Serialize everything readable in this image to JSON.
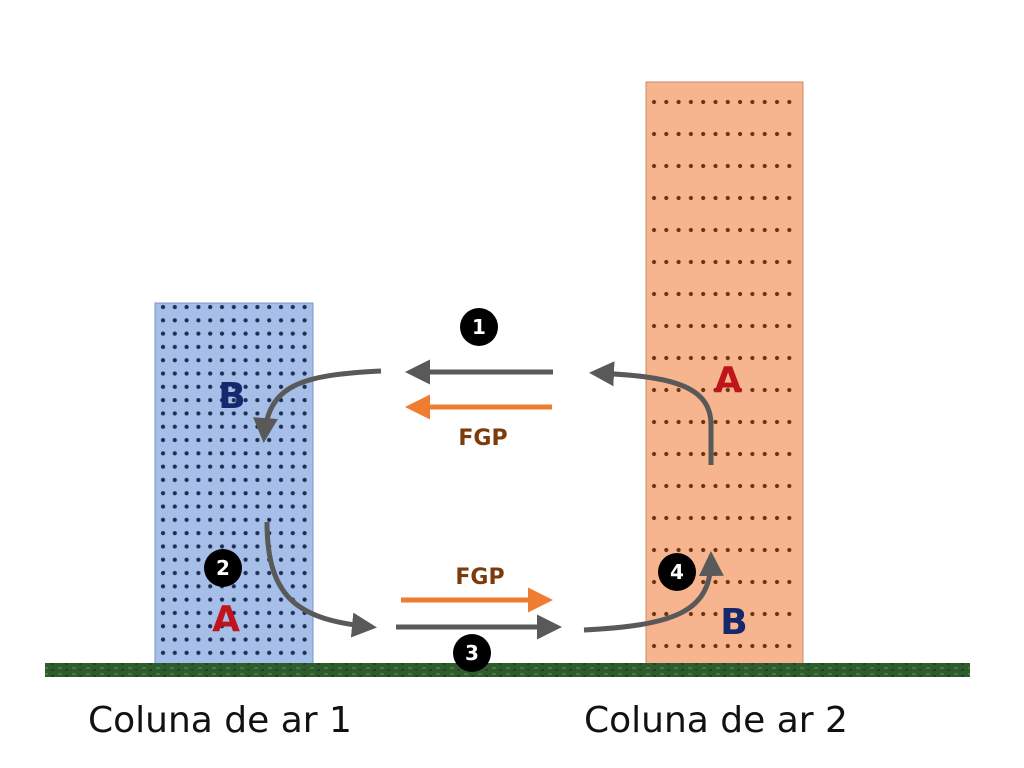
{
  "columns": [
    {
      "caption": "Coluna de ar 1",
      "top_label": "B",
      "bottom_label": "A",
      "fill": "#a5bfe8",
      "dot_color": "#1f2d55"
    },
    {
      "caption": "Coluna de ar 2",
      "top_label": "A",
      "bottom_label": "B",
      "fill": "#f6b48f",
      "dot_color": "#6b3510"
    }
  ],
  "flow_labels": {
    "upper": "FGP",
    "lower": "FGP"
  },
  "steps": [
    "1",
    "2",
    "3",
    "4"
  ],
  "colors": {
    "label_A": "#c0141c",
    "label_B": "#14286b",
    "fgp_arrow": "#ee7d31",
    "fgp_text": "#7d3a0b",
    "flow_arrow": "#595959",
    "ground": "#2d5a2d",
    "badge": "#000000"
  }
}
